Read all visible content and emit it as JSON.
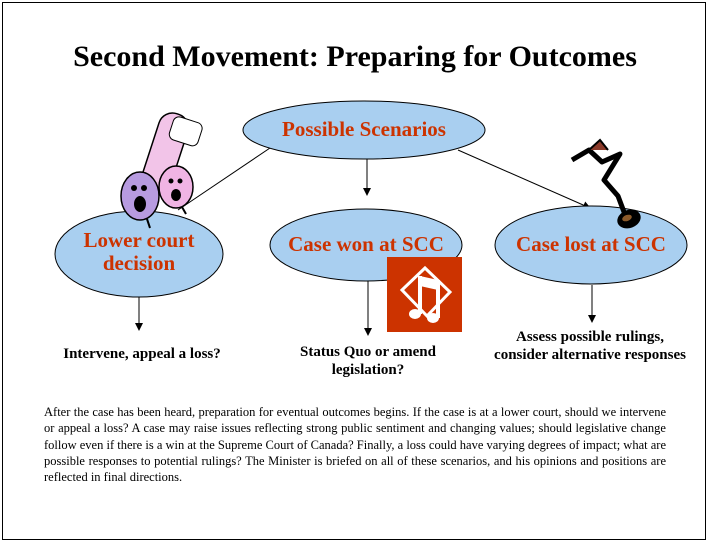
{
  "title": "Second Movement: Preparing for Outcomes",
  "root_node": {
    "label": "Possible Scenarios"
  },
  "scenarios": [
    {
      "label": "Lower court decision",
      "outcome": "Intervene, appeal a loss?"
    },
    {
      "label": "Case won at SCC",
      "outcome": "Status Quo or amend legislation?"
    },
    {
      "label": "Case lost at SCC",
      "outcome": "Assess possible rulings, consider alternative responses"
    }
  ],
  "body_text": "After  the case has been heard, preparation for eventual outcomes begins. If the case is at a lower court, should we intervene or appeal a loss? A case may raise issues reflecting strong public sentiment and changing values; should legislative change follow even if there is a win at the Supreme Court of Canada? Finally, a loss could have varying degrees of impact; what are possible responses to potential rulings? The Minister is briefed on all of these scenarios, and his opinions and positions are reflected in final directions.",
  "colors": {
    "node_fill": "#a9cff0",
    "node_text": "#cc3300",
    "music_tile": "#cc3300"
  },
  "icons": [
    "singing-pills-clipart",
    "music-note-clipart",
    "music-note-tile-icon"
  ]
}
